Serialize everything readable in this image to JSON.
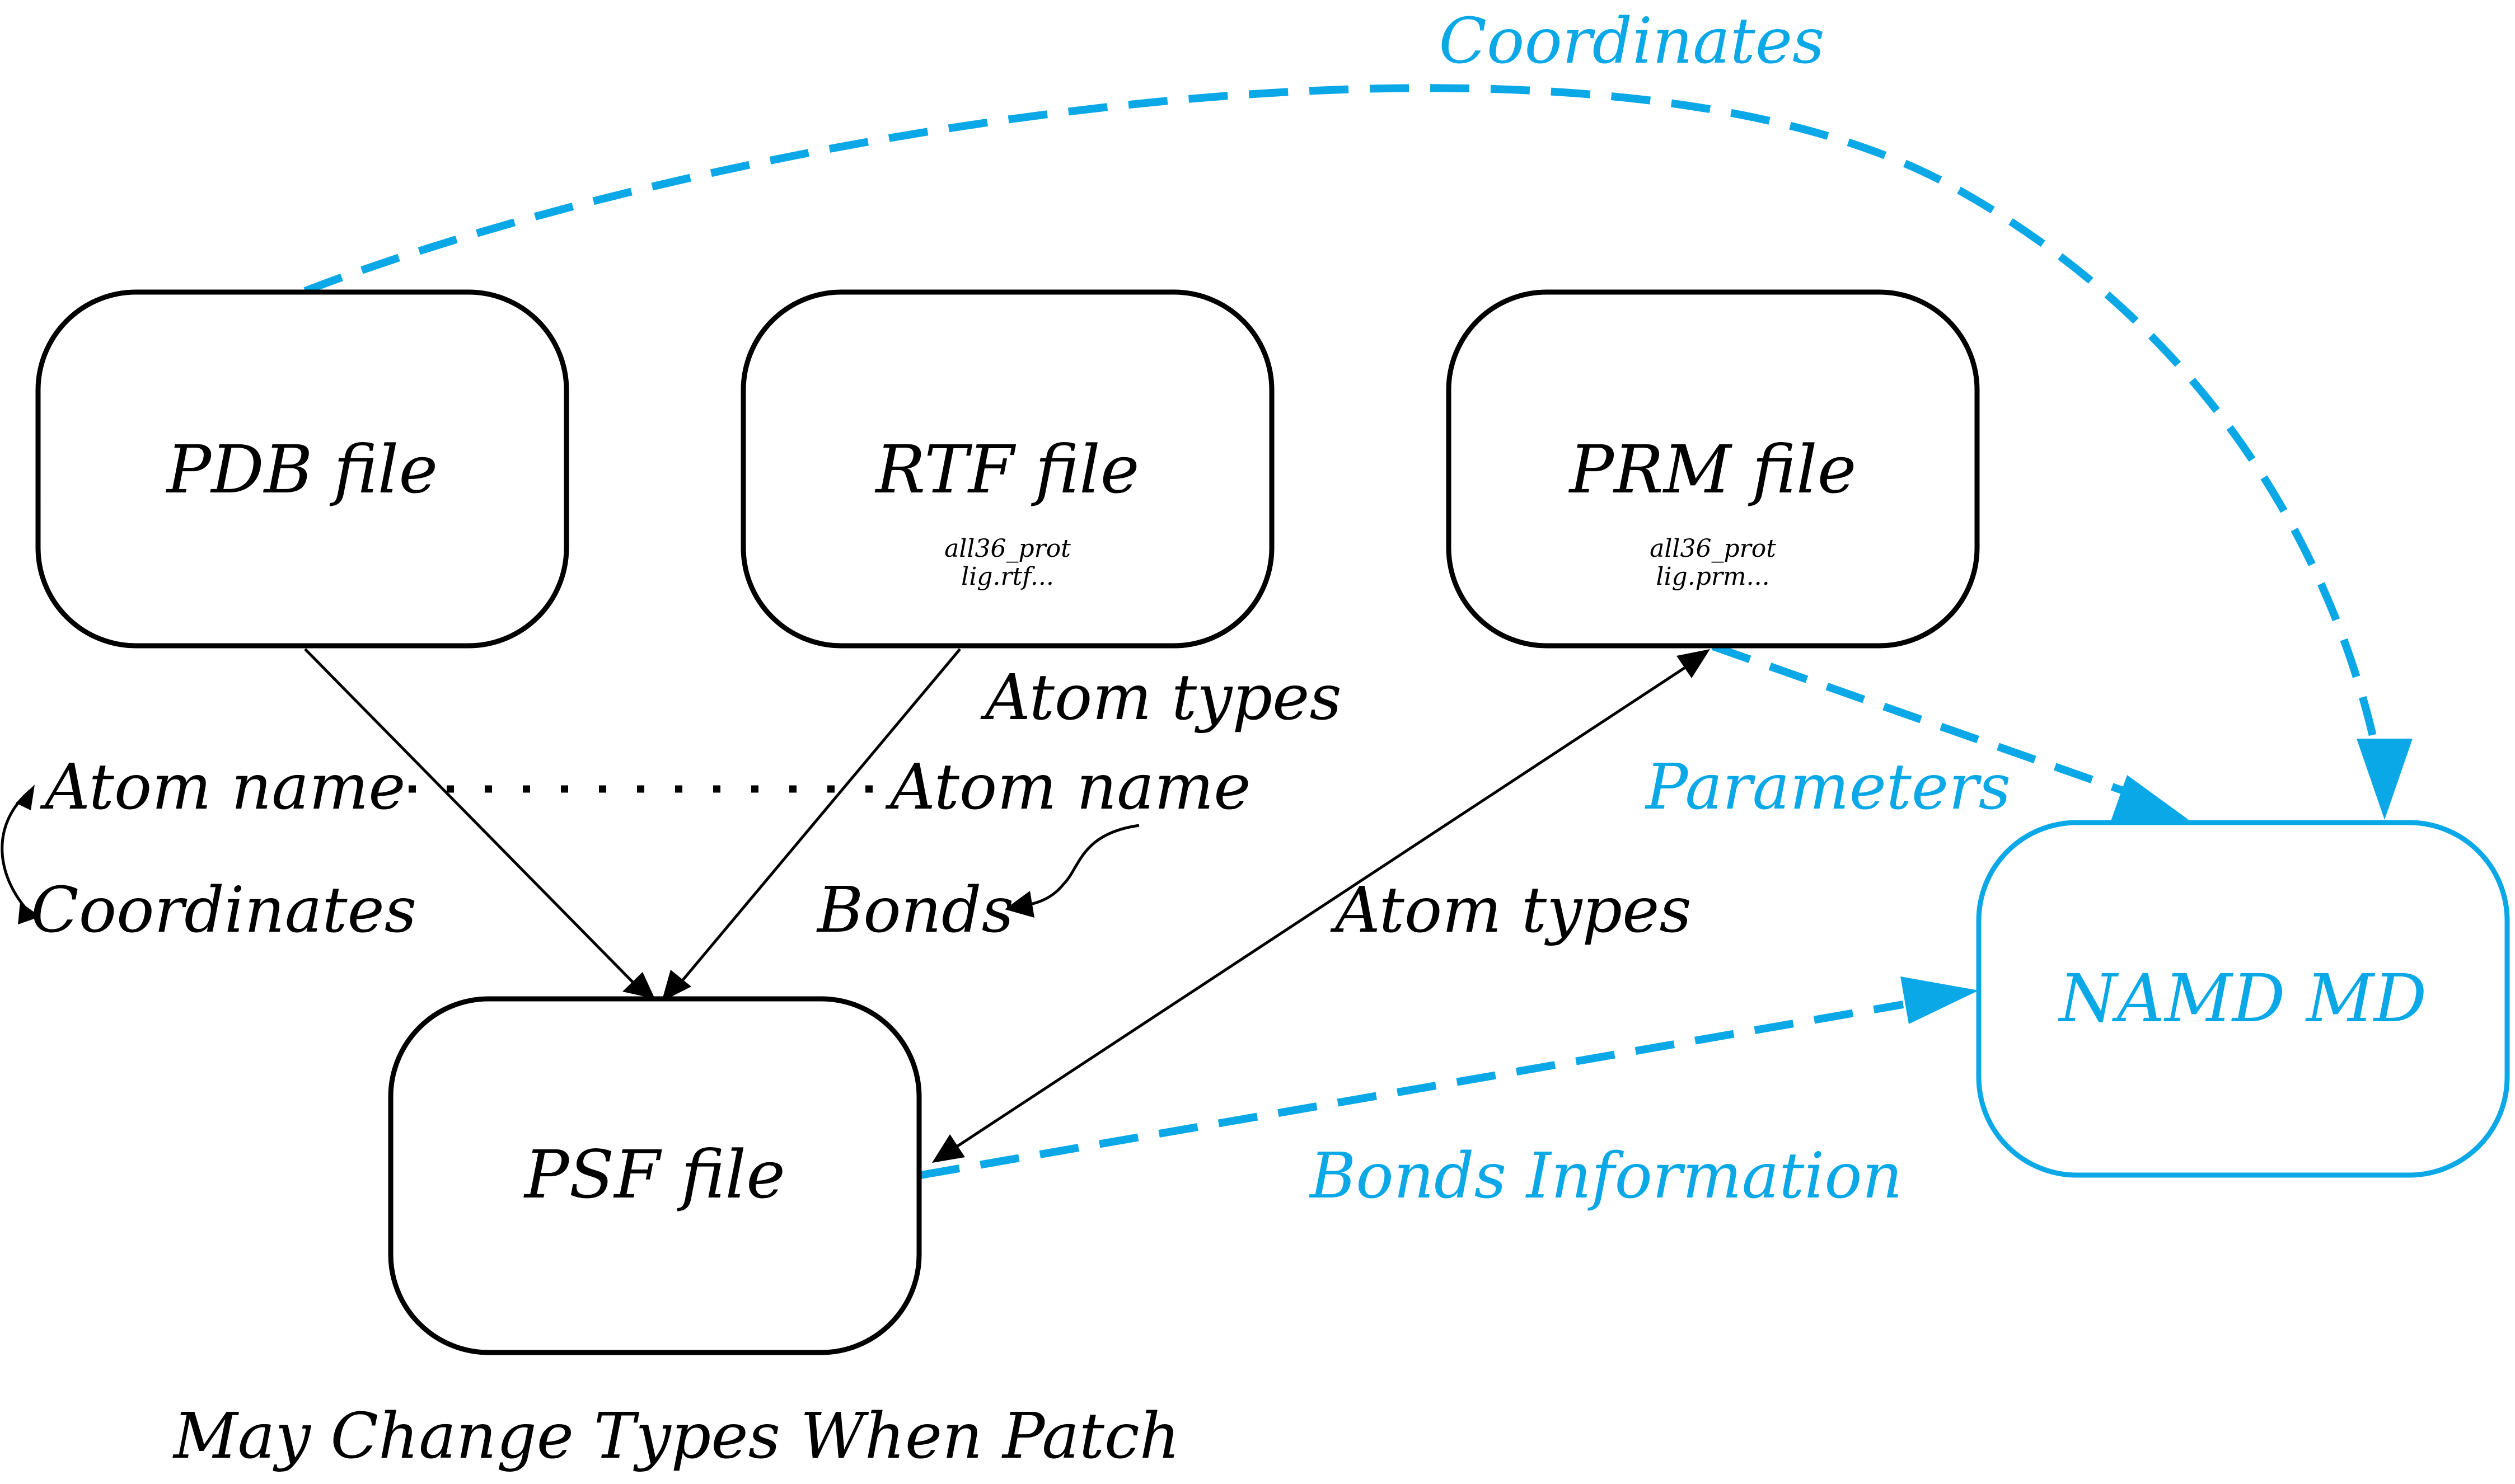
{
  "colors": {
    "ink": "#000000",
    "accent": "#0aa8e6"
  },
  "nodes": {
    "pdb": {
      "title": "PDB file"
    },
    "rtf": {
      "title": "RTF file",
      "sub1": "all36_prot",
      "sub2": "lig.rtf..."
    },
    "prm": {
      "title": "PRM file",
      "sub1": "all36_prot",
      "sub2": "lig.prm..."
    },
    "psf": {
      "title": "PSF file"
    },
    "namd": {
      "title": "NAMD MD"
    }
  },
  "labels": {
    "coordinates_top": "Coordinates",
    "atom_types_rtf": "Atom types",
    "atom_name_left": "Atom name",
    "coordinates_left": "Coordinates",
    "atom_name_right": "Atom name",
    "bonds": "Bonds",
    "atom_types_prm": "Atom types",
    "parameters": "Parameters",
    "bonds_information": "Bonds Information",
    "patch_note": "May Change Types When Patch"
  }
}
